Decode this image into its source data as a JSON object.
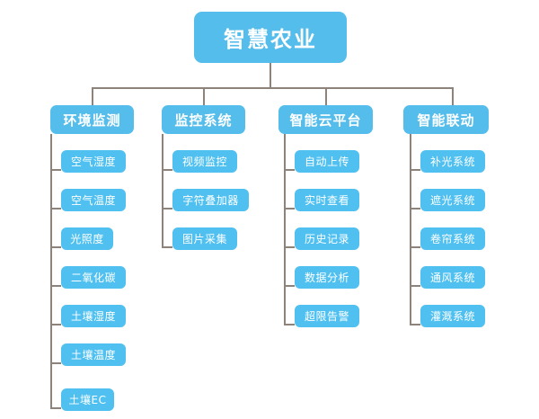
{
  "diagram": {
    "type": "tree",
    "title": "智慧农业",
    "colors": {
      "node_fill": "#55bdeb",
      "leaf_fill": "#4fc0f0",
      "connector": "#8d837b",
      "text": "#ffffff",
      "background": "#ffffff"
    },
    "root": {
      "label": "智慧农业"
    },
    "branches": [
      {
        "label": "环境监测",
        "children": [
          {
            "label": "空气湿度"
          },
          {
            "label": "空气温度"
          },
          {
            "label": "光照度"
          },
          {
            "label": "二氧化碳"
          },
          {
            "label": "土壤湿度"
          },
          {
            "label": "土壤温度"
          },
          {
            "label": "土壤EC"
          }
        ]
      },
      {
        "label": "监控系统",
        "children": [
          {
            "label": "视频监控"
          },
          {
            "label": "字符叠加器"
          },
          {
            "label": "图片采集"
          }
        ]
      },
      {
        "label": "智能云平台",
        "children": [
          {
            "label": "自动上传"
          },
          {
            "label": "实时查看"
          },
          {
            "label": "历史记录"
          },
          {
            "label": "数据分析"
          },
          {
            "label": "超限告警"
          }
        ]
      },
      {
        "label": "智能联动",
        "children": [
          {
            "label": "补光系统"
          },
          {
            "label": "遮光系统"
          },
          {
            "label": "卷帘系统"
          },
          {
            "label": "通风系统"
          },
          {
            "label": "灌溉系统"
          }
        ]
      }
    ]
  }
}
